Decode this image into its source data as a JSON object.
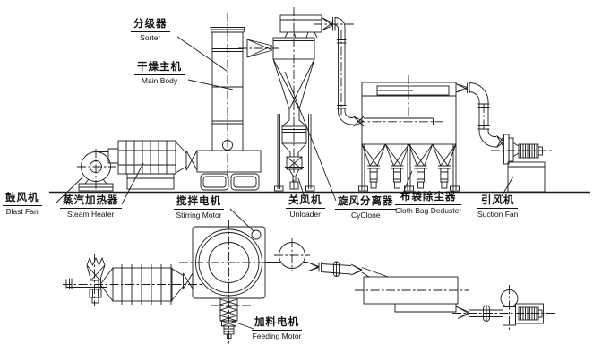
{
  "diagram_type": "industrial drying system flow diagram (elevation and plan views)",
  "colors": {
    "line": "#1b1b1b",
    "background": "#ffffff"
  },
  "labels": {
    "sorter": {
      "zh": "分级器",
      "en": "Sorter"
    },
    "main_body": {
      "zh": "干燥主机",
      "en": "Main Body"
    },
    "blast_fan": {
      "zh": "鼓风机",
      "en": "Blast Fan"
    },
    "steam_heater": {
      "zh": "蒸汽加热器",
      "en": "Steam Heater"
    },
    "stirring_motor": {
      "zh": "搅拌电机",
      "en": "Stirring Motor"
    },
    "unloader": {
      "zh": "关风机",
      "en": "Unloader"
    },
    "cyclone": {
      "zh": "旋风分离器",
      "en": "CyClone"
    },
    "cloth_bag_deduster": {
      "zh": "布袋除尘器",
      "en": "Cloth Bag Deduster"
    },
    "suction_fan": {
      "zh": "引风机",
      "en": "Suction Fan"
    },
    "feeding_motor": {
      "zh": "加料电机",
      "en": "Feeding Motor"
    }
  }
}
